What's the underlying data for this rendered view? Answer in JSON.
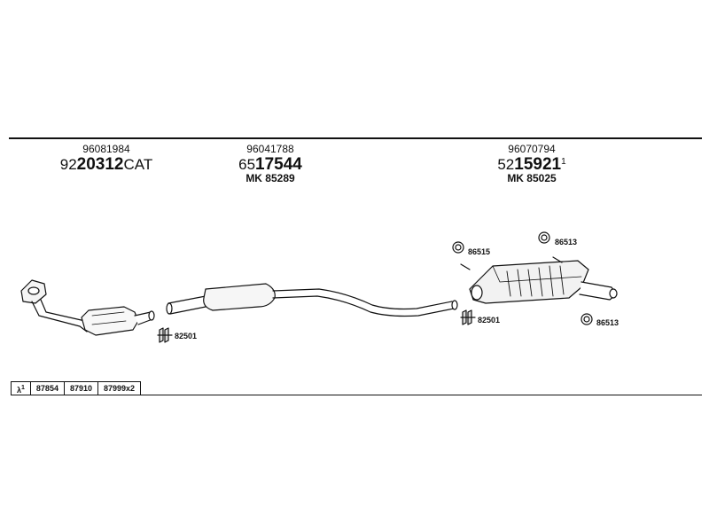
{
  "groups": [
    {
      "oe_number": "96081984",
      "part_prefix": "92",
      "part_main": "20312",
      "part_suffix": "CAT"
    },
    {
      "oe_number": "96041788",
      "part_prefix": "65",
      "part_main": "17544",
      "mk": "MK 85289"
    },
    {
      "oe_number": "96070794",
      "part_prefix": "52",
      "part_main": "15921",
      "part_sup": "1",
      "mk": "MK 85025"
    }
  ],
  "part_refs": {
    "bracket_front": "82501",
    "bracket_rear": "82501",
    "rubber_top_left": "86515",
    "rubber_top_right": "86513",
    "rubber_bottom": "86513"
  },
  "legend": {
    "symbol": "λ",
    "symbol_sup": "1",
    "items": [
      "87854",
      "87910",
      "87999x2"
    ]
  }
}
